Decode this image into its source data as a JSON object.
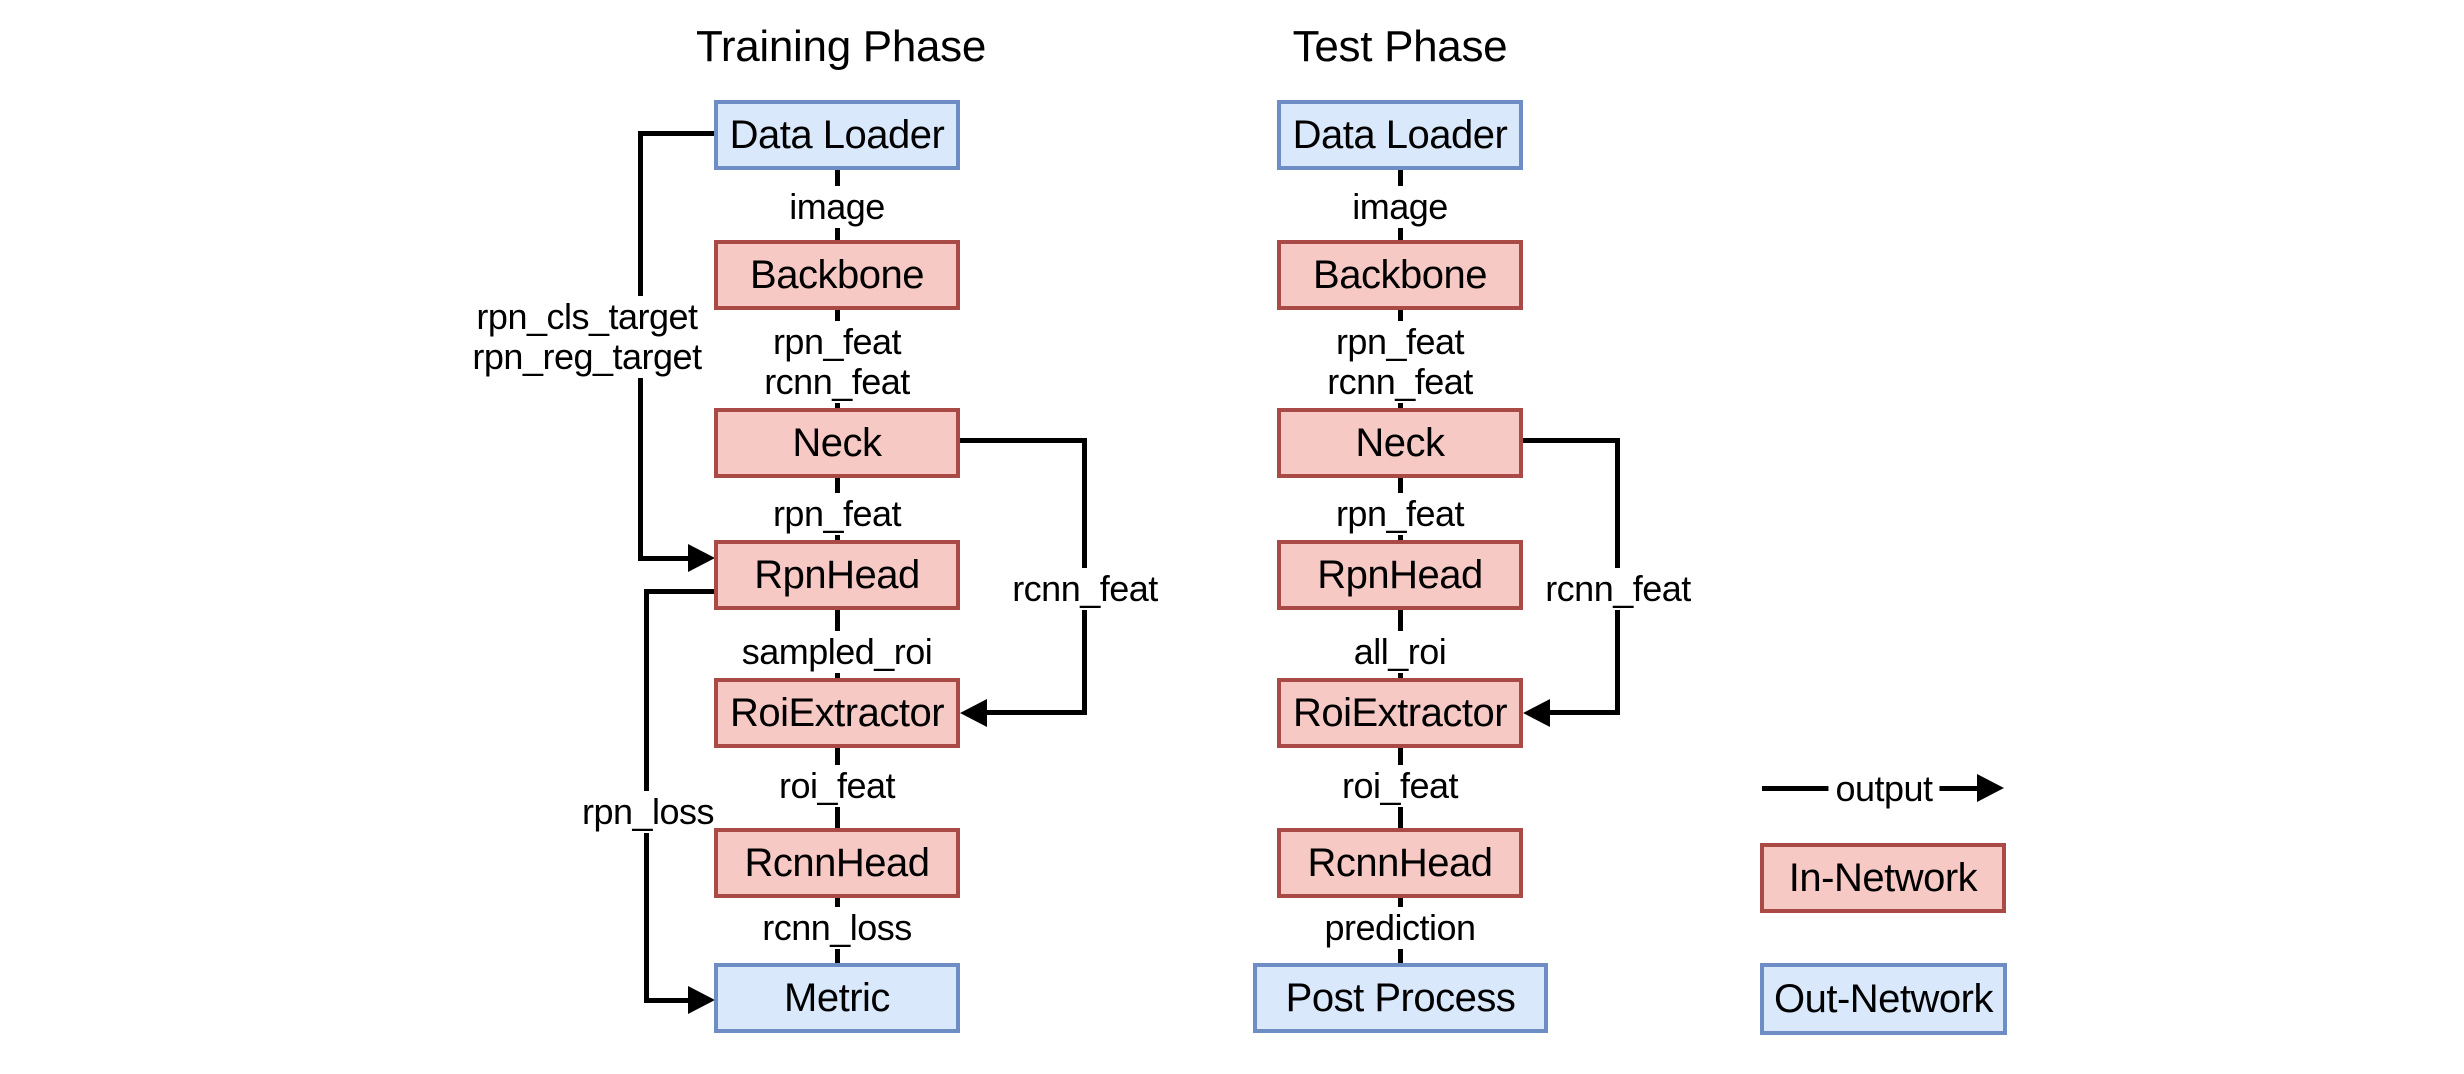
{
  "training": {
    "title": "Training Phase",
    "nodes": [
      {
        "label": "Data Loader",
        "network": "out"
      },
      {
        "label": "Backbone",
        "network": "in"
      },
      {
        "label": "Neck",
        "network": "in"
      },
      {
        "label": "RpnHead",
        "network": "in"
      },
      {
        "label": "RoiExtractor",
        "network": "in"
      },
      {
        "label": "RcnnHead",
        "network": "in"
      },
      {
        "label": "Metric",
        "network": "out"
      }
    ],
    "edge_labels": {
      "image": "image",
      "rpn_feat_from_backbone": "rpn_feat",
      "rcnn_feat_from_backbone": "rcnn_feat",
      "rpn_feat_from_neck": "rpn_feat",
      "sampled_roi": "sampled_roi",
      "roi_feat": "roi_feat",
      "rcnn_loss": "rcnn_loss",
      "rcnn_feat_branch": "rcnn_feat",
      "rpn_cls_target": "rpn_cls_target",
      "rpn_reg_target": "rpn_reg_target",
      "rpn_loss": "rpn_loss"
    }
  },
  "test": {
    "title": "Test Phase",
    "nodes": [
      {
        "label": "Data Loader",
        "network": "out"
      },
      {
        "label": "Backbone",
        "network": "in"
      },
      {
        "label": "Neck",
        "network": "in"
      },
      {
        "label": "RpnHead",
        "network": "in"
      },
      {
        "label": "RoiExtractor",
        "network": "in"
      },
      {
        "label": "RcnnHead",
        "network": "in"
      },
      {
        "label": "Post Process",
        "network": "out"
      }
    ],
    "edge_labels": {
      "image": "image",
      "rpn_feat_from_backbone": "rpn_feat",
      "rcnn_feat_from_backbone": "rcnn_feat",
      "rpn_feat_from_neck": "rpn_feat",
      "all_roi": "all_roi",
      "roi_feat": "roi_feat",
      "prediction": "prediction",
      "rcnn_feat_branch": "rcnn_feat"
    }
  },
  "legend": {
    "output_label": "output",
    "in_network": "In-Network",
    "out_network": "Out-Network"
  },
  "colors": {
    "in_network_fill": "#f6c9c5",
    "in_network_stroke": "#a94a46",
    "out_network_fill": "#dae8fc",
    "out_network_stroke": "#6d8dc4",
    "connector": "#000000",
    "background": "#ffffff"
  }
}
